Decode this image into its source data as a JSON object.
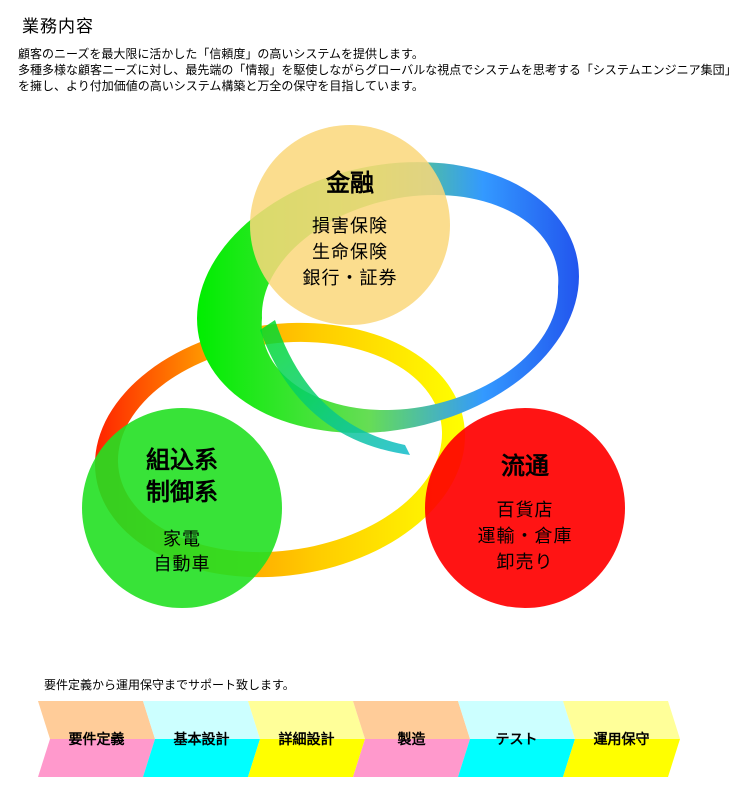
{
  "header": {
    "title": "業務内容",
    "intro_line1": "顧客のニーズを最大限に活かした「信頼度」の高いシステムを提供します。",
    "intro_line2": "多種多様な顧客ニーズに対し、最先端の「情報」を駆使しながらグローバルな視点でシステムを思考する「システムエンジニア集団」を擁し、より付加価値の高いシステム構築と万全の保守を目指しています。"
  },
  "diagram": {
    "finance": {
      "title": "金融",
      "items": [
        "損害保険",
        "生命保険",
        "銀行・証券"
      ],
      "color": "#fad77a"
    },
    "distribution": {
      "title": "流通",
      "items": [
        "百貨店",
        "運輸・倉庫",
        "卸売り"
      ],
      "color": "#ff0000"
    },
    "embedded": {
      "title_line1": "組込系",
      "title_line2": "制御系",
      "items": [
        "家電",
        "自動車"
      ],
      "color": "#22e022"
    }
  },
  "process": {
    "caption": "要件定義から運用保守までサポート致します。",
    "steps": [
      {
        "label": "要件定義",
        "top": "#ffcc99",
        "bottom": "#ff99cc"
      },
      {
        "label": "基本設計",
        "top": "#ccffff",
        "bottom": "#00ffff"
      },
      {
        "label": "詳細設計",
        "top": "#ffff99",
        "bottom": "#ffff00"
      },
      {
        "label": "製造",
        "top": "#ffcc99",
        "bottom": "#ff99cc"
      },
      {
        "label": "テスト",
        "top": "#ccffff",
        "bottom": "#00ffff"
      },
      {
        "label": "運用保守",
        "top": "#ffff99",
        "bottom": "#ffff00"
      }
    ]
  }
}
